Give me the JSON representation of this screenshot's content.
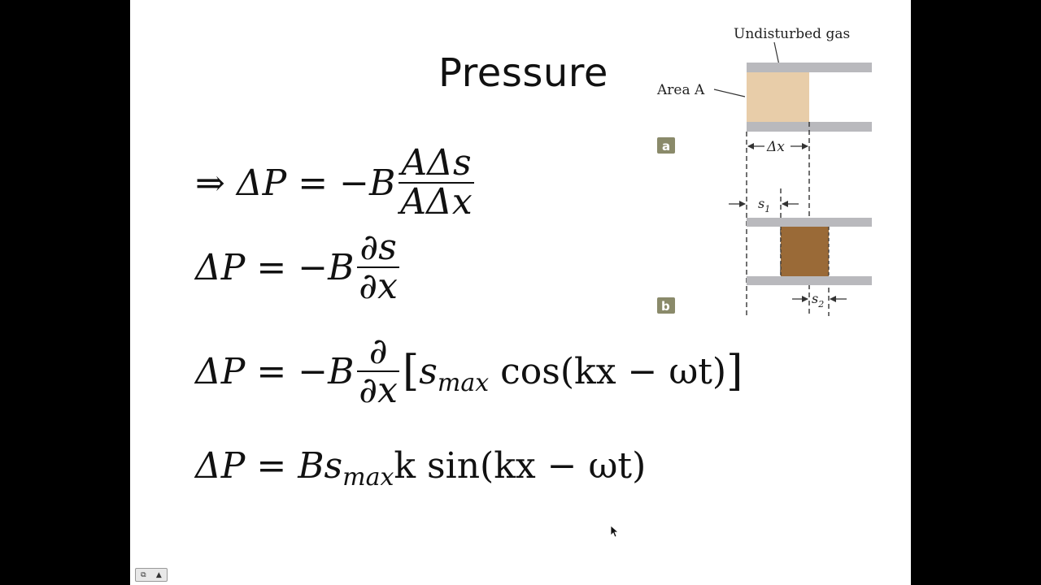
{
  "slide": {
    "title": "Pressure",
    "equations": [
      {
        "prefix": "⇒ ΔP = −B",
        "fraction_num": "AΔs",
        "fraction_den": "AΔx"
      },
      {
        "prefix": "ΔP = −B",
        "fraction_num": "∂s",
        "fraction_den": "∂x"
      },
      {
        "prefix": "ΔP = −B",
        "fraction_num": "∂",
        "fraction_den": "∂x",
        "suffix_open": "[",
        "s": "s",
        "s_sub": "max",
        "cos": "cos(kx − ωt)",
        "suffix_close": "]"
      },
      {
        "text_a": "ΔP = Bs",
        "sub": "max",
        "text_b": "k sin(kx − ωt)"
      }
    ]
  },
  "diagram": {
    "label_top": "Undisturbed gas",
    "label_area": "Area A",
    "label_dx": "Δx",
    "label_s1": "s",
    "label_s1_sub": "1",
    "label_s2": "s",
    "label_s2_sub": "2",
    "badge_a": "a",
    "badge_b": "b",
    "colors": {
      "light_gas": "#e8cda9",
      "dark_gas": "#9a6a37",
      "tube": "#b9b9bd",
      "badge": "#8a8a6a"
    }
  },
  "corner_widget": {
    "icon_left": "slide-icon",
    "icon_right": "up-arrow-icon",
    "glyph_right": "▲",
    "glyph_left": "⧉"
  }
}
